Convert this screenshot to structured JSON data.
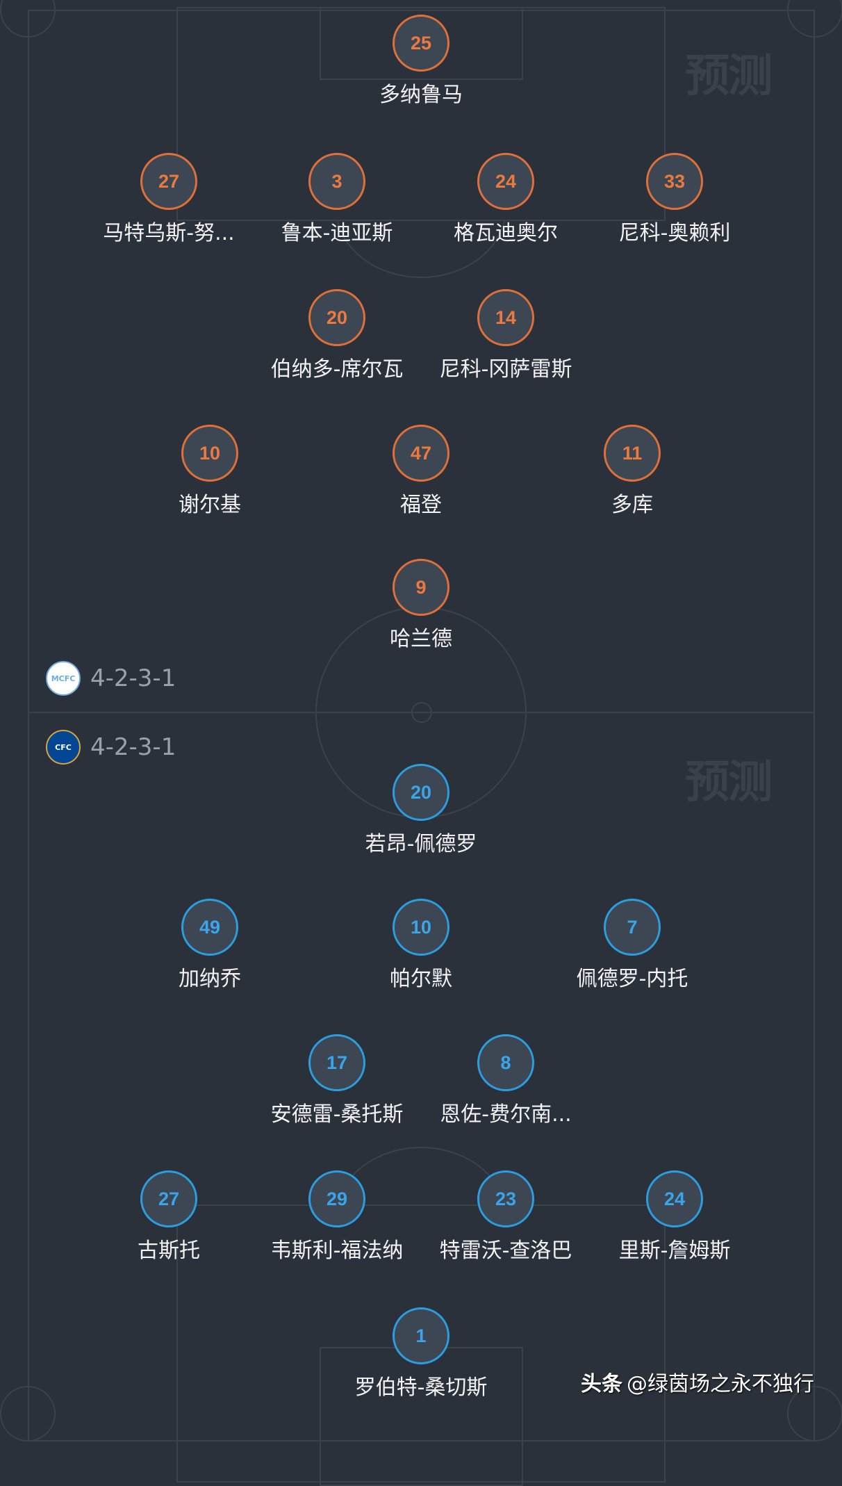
{
  "home": {
    "formation": "4-2-3-1",
    "logo": "manchester-city-crest",
    "color": "#e0703a",
    "watermark": "预测",
    "players": [
      {
        "number": "25",
        "name": "多纳鲁马"
      },
      {
        "number": "27",
        "name": "马特乌斯-努..."
      },
      {
        "number": "3",
        "name": "鲁本-迪亚斯"
      },
      {
        "number": "24",
        "name": "格瓦迪奥尔"
      },
      {
        "number": "33",
        "name": "尼科-奥赖利"
      },
      {
        "number": "20",
        "name": "伯纳多-席尔瓦"
      },
      {
        "number": "14",
        "name": "尼科-冈萨雷斯"
      },
      {
        "number": "10",
        "name": "谢尔基"
      },
      {
        "number": "47",
        "name": "福登"
      },
      {
        "number": "11",
        "name": "多库"
      },
      {
        "number": "9",
        "name": "哈兰德"
      }
    ]
  },
  "away": {
    "formation": "4-2-3-1",
    "logo": "chelsea-crest",
    "color": "#2c9ee0",
    "watermark": "预测",
    "players": [
      {
        "number": "20",
        "name": "若昂-佩德罗"
      },
      {
        "number": "49",
        "name": "加纳乔"
      },
      {
        "number": "10",
        "name": "帕尔默"
      },
      {
        "number": "7",
        "name": "佩德罗-内托"
      },
      {
        "number": "17",
        "name": "安德雷-桑托斯"
      },
      {
        "number": "8",
        "name": "恩佐-费尔南..."
      },
      {
        "number": "27",
        "name": "古斯托"
      },
      {
        "number": "29",
        "name": "韦斯利-福法纳"
      },
      {
        "number": "23",
        "name": "特雷沃-查洛巴"
      },
      {
        "number": "24",
        "name": "里斯-詹姆斯"
      },
      {
        "number": "1",
        "name": "罗伯特-桑切斯"
      }
    ]
  },
  "footer": {
    "brand": "头条",
    "author": "@绿茵场之永不独行"
  }
}
